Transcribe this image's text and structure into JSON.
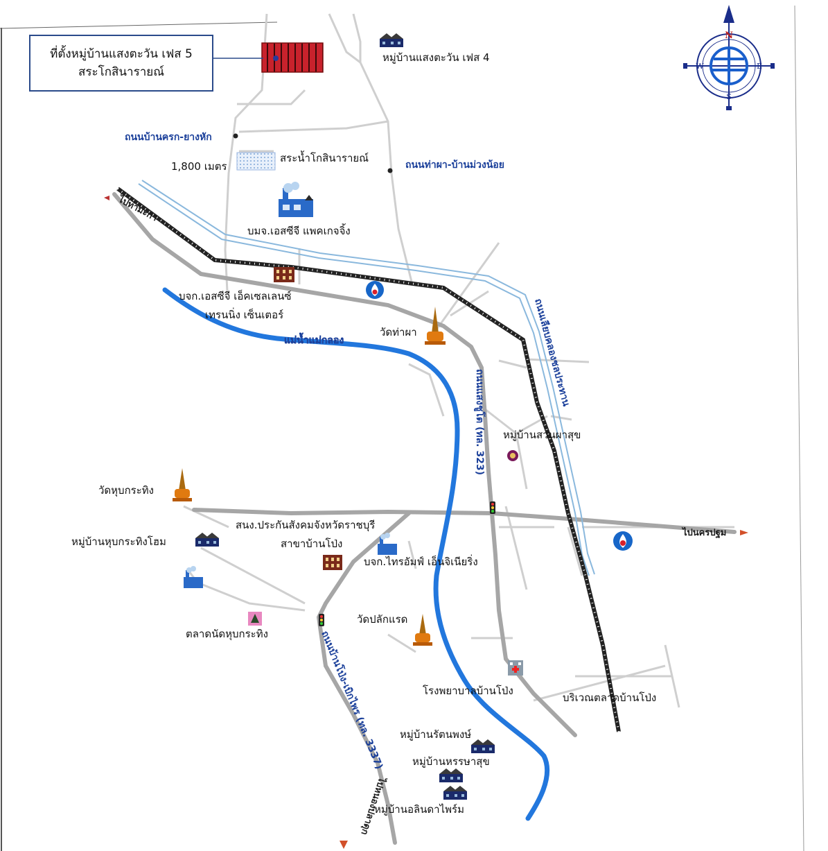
{
  "site_box": {
    "line1": "ที่ตั้งหมู่บ้านแสงตะวัน เฟส 5",
    "line2": "สระโกสินารายณ์"
  },
  "places": {
    "phase4": "หมู่บ้านแสงตะวัน เฟส 4",
    "pond": "สระน้ำโกสินารายณ์",
    "distance": "1,800 เมตร",
    "scg_packaging": "บมจ.เอสซีจี แพคเกจจิ้ง",
    "scg_training_1": "บจก.เอสซีจี เอ็คเซลเลนซ์",
    "scg_training_2": "เทรนนิ่ง เซ็นเตอร์",
    "wat_tha_pha": "วัดท่าผา",
    "suan_pha_suk": "หมู่บ้านสวนผาสุข",
    "wat_hup_krathing": "วัดหุบกระทิง",
    "hup_krathing_home": "หมู่บ้านหุบกระทิงโฮม",
    "sso_1": "สนง.ประกันสังคมจังหวัดราชบุรี",
    "sso_2": "สาขาบ้านโป่ง",
    "thai_ump": "บจก.ไทรอัมฟ์ เอ็นจิเนียริ่ง",
    "floating_market": "ตลาดนัดหุบกระทิง",
    "wat_plak_raet": "วัดปลักแรด",
    "hospital": "โรงพยาบาลบ้านโป่ง",
    "market_area": "บริเวณตลาดบ้านโป่ง",
    "rattanaphong": "หมู่บ้านรัตนพงษ์",
    "hanyasuk": "หมู่บ้านหรรษาสุข",
    "alinda": "หมู่บ้านอลินดาไพร์ม"
  },
  "roads": {
    "ban_khrok": "ถนนบ้านครก-ยางหัก",
    "tha_pha": "ถนนท่าผา-บ้านม่วงน้อย",
    "to_tha_maka": "ไปท่ามะกา",
    "river": "แม่น้ำแม่กลอง",
    "saeng_chuto": "ถนนแสงชูโต (ทล. 323)",
    "chonprathan": "ถนนเลียบคลองชลประทาน",
    "to_nakhon_pathom": "ไปนครปฐม",
    "ban_pong_photharam": "ถนนบ้านโป่ง-เบิกไพร (ทล. 3337)",
    "to_nong_pla_duk": "ไปหนองปลาดุก"
  },
  "compass": {
    "n": "N",
    "s": "S",
    "e": "E",
    "w": "W"
  },
  "colors": {
    "road": "#a6a6a6",
    "minor_road": "#cfcfcf",
    "river": "#2277dd",
    "canal": "#8ab8dd",
    "railway": "#2a2a2a",
    "site": "#b3202a",
    "road_label": "#1a3f9a",
    "temple": "#e07a10",
    "fuel": "#1766c8"
  },
  "icons": [
    "compass-icon",
    "house-icon",
    "factory-icon",
    "office-building-icon",
    "temple-icon",
    "fuel-station-icon",
    "traffic-light-icon",
    "hospital-icon",
    "market-icon",
    "pond-icon",
    "direction-arrow-icon"
  ]
}
